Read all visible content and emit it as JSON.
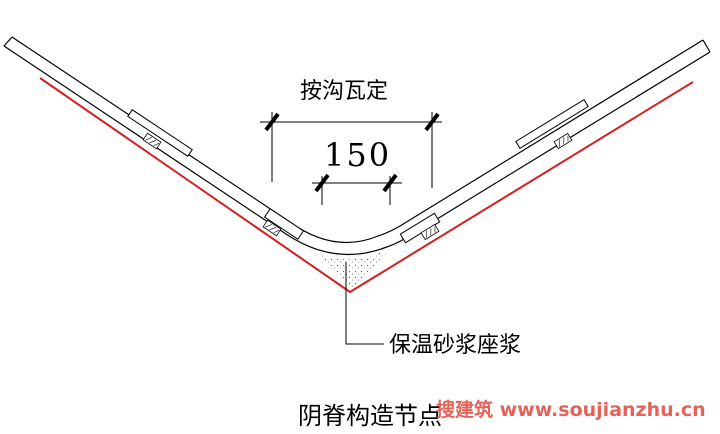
{
  "title": "阴脊构造节点",
  "labels": {
    "top_note": "按沟瓦定",
    "dimension": "150",
    "mortar": "保温砂浆座浆"
  },
  "watermark": "搜建筑 www.soujianzhu.cn",
  "colors": {
    "substrate_line": "#d42020",
    "ink": "#000000",
    "watermark": "#e0483c"
  }
}
